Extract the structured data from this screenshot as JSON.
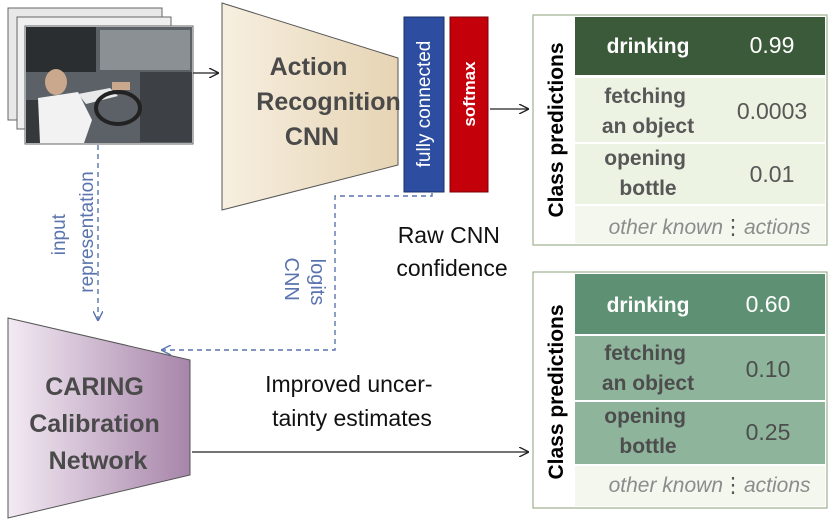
{
  "action_cnn": {
    "label_lines": [
      "Action",
      "Recognition",
      "CNN"
    ]
  },
  "fc_layer": {
    "label": "fully connected"
  },
  "softmax_layer": {
    "label": "softmax"
  },
  "raw_confidence": {
    "label_lines": [
      "Raw CNN",
      "confidence"
    ]
  },
  "input_representation": {
    "label_lines": [
      "input",
      "representation"
    ]
  },
  "cnn_logits": {
    "label_lines": [
      "CNN",
      "logits"
    ]
  },
  "caring_network": {
    "label_lines": [
      "CARING",
      "Calibration",
      "Network"
    ]
  },
  "improved_estimates": {
    "label_lines": [
      "Improved uncer-",
      "tainty estimates"
    ]
  },
  "top_table": {
    "header": "Class predictions",
    "rows": [
      {
        "class_lines": [
          "drinking"
        ],
        "value": "0.99"
      },
      {
        "class_lines": [
          "fetching",
          "an object"
        ],
        "value": "0.0003"
      },
      {
        "class_lines": [
          "opening",
          "bottle"
        ],
        "value": "0.01"
      }
    ],
    "footer": {
      "left": "other known",
      "sep": "⋮",
      "right": "actions"
    }
  },
  "bottom_table": {
    "header": "Class predictions",
    "rows": [
      {
        "class_lines": [
          "drinking"
        ],
        "value": "0.60"
      },
      {
        "class_lines": [
          "fetching",
          "an object"
        ],
        "value": "0.10"
      },
      {
        "class_lines": [
          "opening",
          "bottle"
        ],
        "value": "0.25"
      }
    ],
    "footer": {
      "left": "other known",
      "sep": "⋮",
      "right": "actions"
    }
  },
  "colors": {
    "cnn_fill": "#efe4cf",
    "caring_fill": "#b592b8",
    "fc_fill": "#2d4ea0",
    "softmax_fill": "#c4000b",
    "dashed": "#5a74ad",
    "top_row_dark": "#3b5a3a",
    "top_row_light": "#ecf3e2",
    "bottom_row_dark": "#5e9173",
    "bottom_row_mid": "#8eb59c",
    "top_text_light": "#575757",
    "bottom_text": "#4d4d4d"
  }
}
